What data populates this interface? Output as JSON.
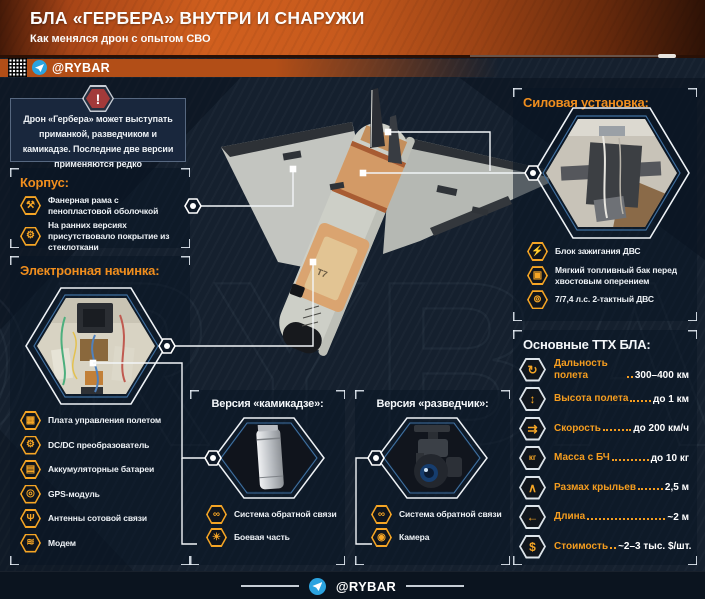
{
  "colors": {
    "accent_orange": "#f08e1e",
    "icon_orange": "#f5a525",
    "background_navy": "#15202e",
    "warning_red": "#a23a3a",
    "telegram_blue": "#2ba3e0"
  },
  "header": {
    "title": "БЛА «ГЕРБЕРА» ВНУТРИ И СНАРУЖИ",
    "subtitle": "Как менялся дрон с опытом СВО",
    "channel": "@RYBAR"
  },
  "footer": {
    "channel": "@RYBAR"
  },
  "watermark": "@RYBAR",
  "drone": {
    "marking": "Т7"
  },
  "warning": {
    "icon": "warning-exclamation-icon",
    "glyph": "!",
    "text": "Дрон «Гербера» может выступать приманкой, разведчиком и камикадзе. Последние две версии применяются редко"
  },
  "korpus": {
    "title": "Корпус:",
    "items": [
      {
        "icon": "frame-tool-icon",
        "glyph": "⚒",
        "text": "Фанерная рама с пенопластовой оболочкой"
      },
      {
        "icon": "coating-gear-icon",
        "glyph": "⚙",
        "text": "На ранних версиях присутствовало покрытие из стеклоткани"
      }
    ]
  },
  "electronics": {
    "title": "Электронная начинка:",
    "items": [
      {
        "icon": "flight-controller-chip-icon",
        "glyph": "▦",
        "text": "Плата управления полетом"
      },
      {
        "icon": "dcdc-converter-icon",
        "glyph": "⚙",
        "text": "DC/DC преобразователь"
      },
      {
        "icon": "battery-icon",
        "glyph": "▤",
        "text": "Аккумуляторные батареи"
      },
      {
        "icon": "gps-module-icon",
        "glyph": "◎",
        "text": "GPS-модуль"
      },
      {
        "icon": "cell-antenna-icon",
        "glyph": "Ψ",
        "text": "Антенны сотовой связи"
      },
      {
        "icon": "modem-icon",
        "glyph": "≋",
        "text": "Модем"
      }
    ]
  },
  "power": {
    "title": "Силовая установка:",
    "items": [
      {
        "icon": "ignition-spark-icon",
        "glyph": "⚡",
        "text": "Блок зажигания ДВС"
      },
      {
        "icon": "fuel-tank-icon",
        "glyph": "▣",
        "text": "Мягкий топливный бак перед хвостовым оперением"
      },
      {
        "icon": "engine-icon",
        "glyph": "⊚",
        "text": "7/7,4 л.с. 2-тактный ДВС"
      }
    ]
  },
  "kamikaze": {
    "title": "Версия «камикадзе»:",
    "items": [
      {
        "icon": "feedback-link-icon",
        "glyph": "∞",
        "text": "Система обратной связи"
      },
      {
        "icon": "warhead-icon",
        "glyph": "☀",
        "text": "Боевая часть"
      }
    ]
  },
  "scout": {
    "title": "Версия «разведчик»:",
    "items": [
      {
        "icon": "feedback-link-icon",
        "glyph": "∞",
        "text": "Система обратной связи"
      },
      {
        "icon": "camera-icon",
        "glyph": "◉",
        "text": "Камера"
      }
    ]
  },
  "specs": {
    "title": "Основные ТТХ БЛА:",
    "rows": [
      {
        "icon": "range-icon",
        "glyph": "↻",
        "label": "Дальность полета",
        "value": "300–400 км"
      },
      {
        "icon": "altitude-icon",
        "glyph": "↕",
        "label": "Высота полета",
        "value": "до 1 км"
      },
      {
        "icon": "speed-icon",
        "glyph": "⇉",
        "label": "Скорость",
        "value": "до 200 км/ч"
      },
      {
        "icon": "mass-icon",
        "glyph": "кг",
        "label": "Масса с БЧ",
        "value": "до 10 кг"
      },
      {
        "icon": "wingspan-icon",
        "glyph": "∧",
        "label": "Размах крыльев",
        "value": "2,5 м"
      },
      {
        "icon": "length-icon",
        "glyph": "←",
        "label": "Длина",
        "value": "~2 м"
      },
      {
        "icon": "cost-icon",
        "glyph": "$",
        "label": "Стоимость",
        "value": "~2–3 тыс. $/шт."
      }
    ]
  }
}
